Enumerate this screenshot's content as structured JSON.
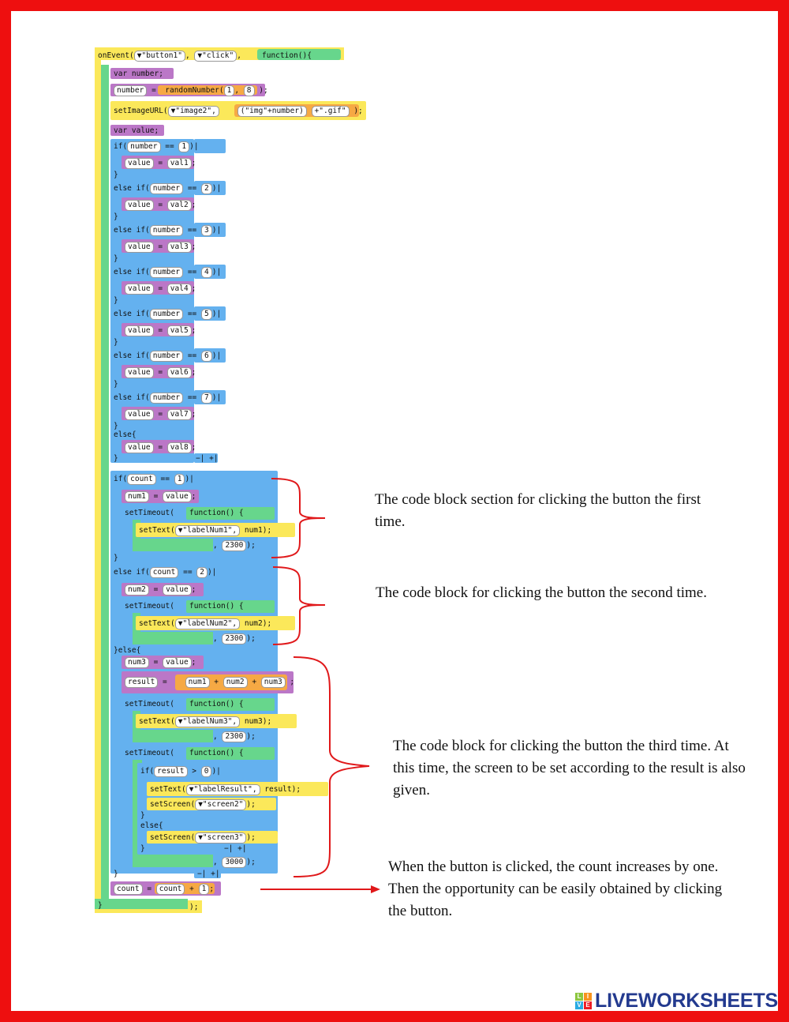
{
  "code": {
    "onEvent": {
      "fn": "onEvent(",
      "id": "▼\"button1\"",
      "event": "▼\"click\"",
      "cb": "function(){"
    },
    "var_number": "var number;",
    "number_assign": {
      "lhs": "number",
      "eq": "=",
      "fn": "randomNumber(",
      "a": "1",
      "b": "8",
      "end": ");"
    },
    "setImage": {
      "fn": "setImageURL(",
      "id": "▼\"image2\",",
      "expr": "(\"img\"+number)",
      "plus": "+\".gif\"",
      "end": ");"
    },
    "var_value": "var value;",
    "if_chain": [
      {
        "kw": "if(",
        "n": "1",
        "val": "val1"
      },
      {
        "kw": "else if(",
        "n": "2",
        "val": "val2"
      },
      {
        "kw": "else if(",
        "n": "3",
        "val": "val3"
      },
      {
        "kw": "else if(",
        "n": "4",
        "val": "val4"
      },
      {
        "kw": "else if(",
        "n": "5",
        "val": "val5"
      },
      {
        "kw": "else if(",
        "n": "6",
        "val": "val6"
      },
      {
        "kw": "else if(",
        "n": "7",
        "val": "val7"
      }
    ],
    "else_kw": "else{",
    "else_val": "val8",
    "number_var": "number",
    "eqeq": "==",
    "value_var": "value",
    "close_brace": "}",
    "plusminus": "−| +|",
    "count_if1": {
      "kw": "if(",
      "var": "count",
      "n": "1"
    },
    "num1_assign": {
      "lhs": "num1",
      "rhs": "value"
    },
    "timeout_fn": "setTimeout(",
    "function_kw": "function() {",
    "setText1": {
      "fn": "setText(",
      "id": "▼\"labelNum1\",",
      "arg": "num1);"
    },
    "delay_2300": "2300",
    "count_if2": {
      "kw": "else if(",
      "var": "count",
      "n": "2"
    },
    "num2_assign": {
      "lhs": "num2",
      "rhs": "value"
    },
    "setText2": {
      "fn": "setText(",
      "id": "▼\"labelNum2\",",
      "arg": "num2);"
    },
    "else_brace": "}else{",
    "num3_assign": {
      "lhs": "num3",
      "rhs": "value"
    },
    "result_assign": {
      "lhs": "result",
      "a": "num1",
      "b": "num2",
      "c": "num3"
    },
    "setText3": {
      "fn": "setText(",
      "id": "▼\"labelNum3\",",
      "arg": "num3);"
    },
    "result_if": {
      "kw": "if(",
      "var": "result",
      "op": ">",
      "n": "0"
    },
    "setTextResult": {
      "fn": "setText(",
      "id": "▼\"labelResult\",",
      "arg": "result);"
    },
    "setScreen2": {
      "fn": "setScreen(",
      "id": "▼\"screen2\"",
      "end": ");"
    },
    "else_kw2": "else{",
    "setScreen3": {
      "fn": "setScreen(",
      "id": "▼\"screen3\"",
      "end": ");"
    },
    "delay_3000": "3000",
    "count_inc": {
      "lhs": "count",
      "rhs": "count",
      "plus": "+",
      "n": "1"
    },
    "end": ");"
  },
  "captions": {
    "first": "The code block section for clicking the button the first time.",
    "second": "The code block for clicking the button the second time.",
    "third": "The code block for clicking the button the third time. At this time, the screen to be set according to the result is also given.",
    "count": "When the button is clicked, the count increases by one. Then the opportunity can be easily obtained by clicking the button."
  },
  "logo": {
    "text": "LIVEWORKSHEETS",
    "icon_letters": [
      "L",
      "I",
      "V",
      "E"
    ]
  },
  "colors": {
    "border": "#ee0f0f",
    "event_yellow": "#fbe85a",
    "function_green": "#67d68c",
    "control_blue": "#64b1ef",
    "variable_purple": "#bb77c7",
    "math_orange": "#f6a944",
    "arrow_red": "#e0181a",
    "logo_blue": "#233a8f"
  }
}
